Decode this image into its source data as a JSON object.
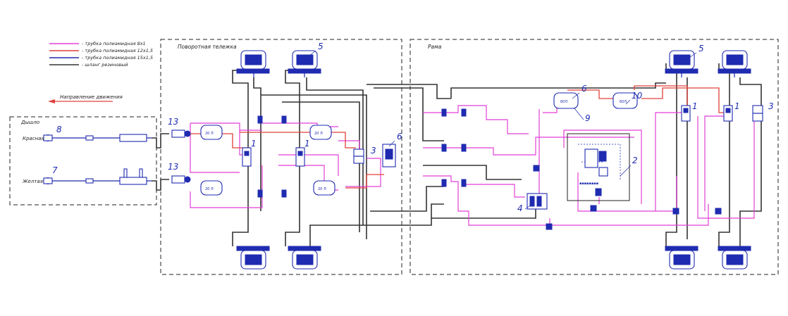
{
  "legend": {
    "items": [
      {
        "label": "- трубка полиамидная 8х1",
        "color": "#e23fd6"
      },
      {
        "label": "- трубка полиамидная 12х1,5",
        "color": "#e0403a"
      },
      {
        "label": "- трубка полиамидная 15х1,5",
        "color": "#1f2bb0"
      },
      {
        "label": "- шланг резиновый",
        "color": "#333333"
      }
    ],
    "direction_label": "Направление движения"
  },
  "sections": {
    "drawbar": "Дышло",
    "bogie": "Поворотная тележка",
    "frame": "Рама"
  },
  "couplings": {
    "red": "Красная",
    "yellow": "Желтая"
  },
  "tanks": {
    "bogie_tank": "20 Л",
    "frame_tank": "60Л"
  },
  "callouts": [
    "1",
    "2",
    "3",
    "4",
    "5",
    "6",
    "7",
    "8",
    "9",
    "10",
    "13"
  ],
  "colors": {
    "pink": "#e23fd6",
    "red": "#e0403a",
    "blue": "#1f2bb0",
    "black": "#333333"
  }
}
